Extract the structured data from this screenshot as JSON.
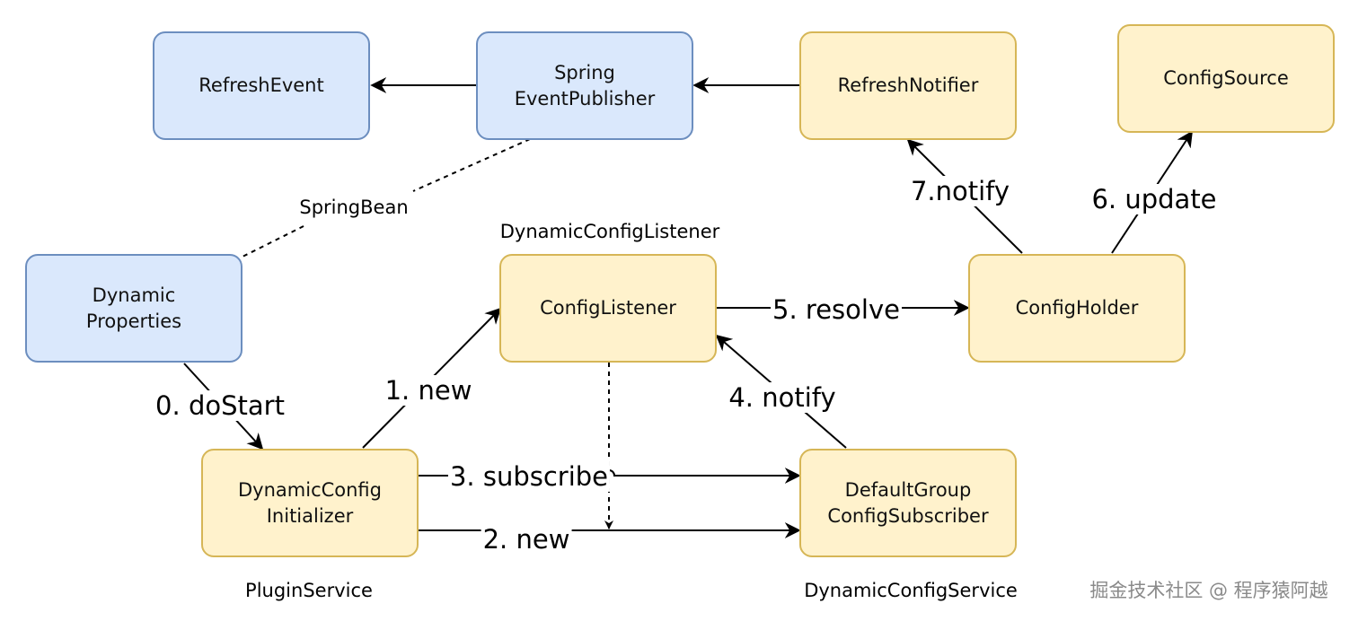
{
  "nodes": {
    "refresh_event": "RefreshEvent",
    "spring_event_publisher": "Spring\nEventPublisher",
    "refresh_notifier": "RefreshNotifier",
    "config_source": "ConfigSource",
    "dynamic_properties": "Dynamic\nProperties",
    "config_listener": "ConfigListener",
    "config_holder": "ConfigHolder",
    "dynamic_config_initializer": "DynamicConfig\nInitializer",
    "default_group_config_subscriber": "DefaultGroup\nConfigSubscriber"
  },
  "edges": {
    "do_start": "0. doStart",
    "new_listener": "1. new",
    "new_subscriber": "2. new",
    "subscribe": "3. subscribe",
    "notify_listener": "4. notify",
    "resolve": "5. resolve",
    "update": "6. update",
    "notify_notifier": "7.notify"
  },
  "captions": {
    "spring_bean": "SpringBean",
    "dynamic_config_listener": "DynamicConfigListener",
    "plugin_service": "PluginService",
    "dynamic_config_service": "DynamicConfigService"
  },
  "watermark": "掘金技术社区 @ 程序猿阿越",
  "colors": {
    "blue_fill": "#dae8fc",
    "blue_stroke": "#6c8ebf",
    "yellow_fill": "#fff2cc",
    "yellow_stroke": "#d6b656",
    "edge": "#000000"
  }
}
